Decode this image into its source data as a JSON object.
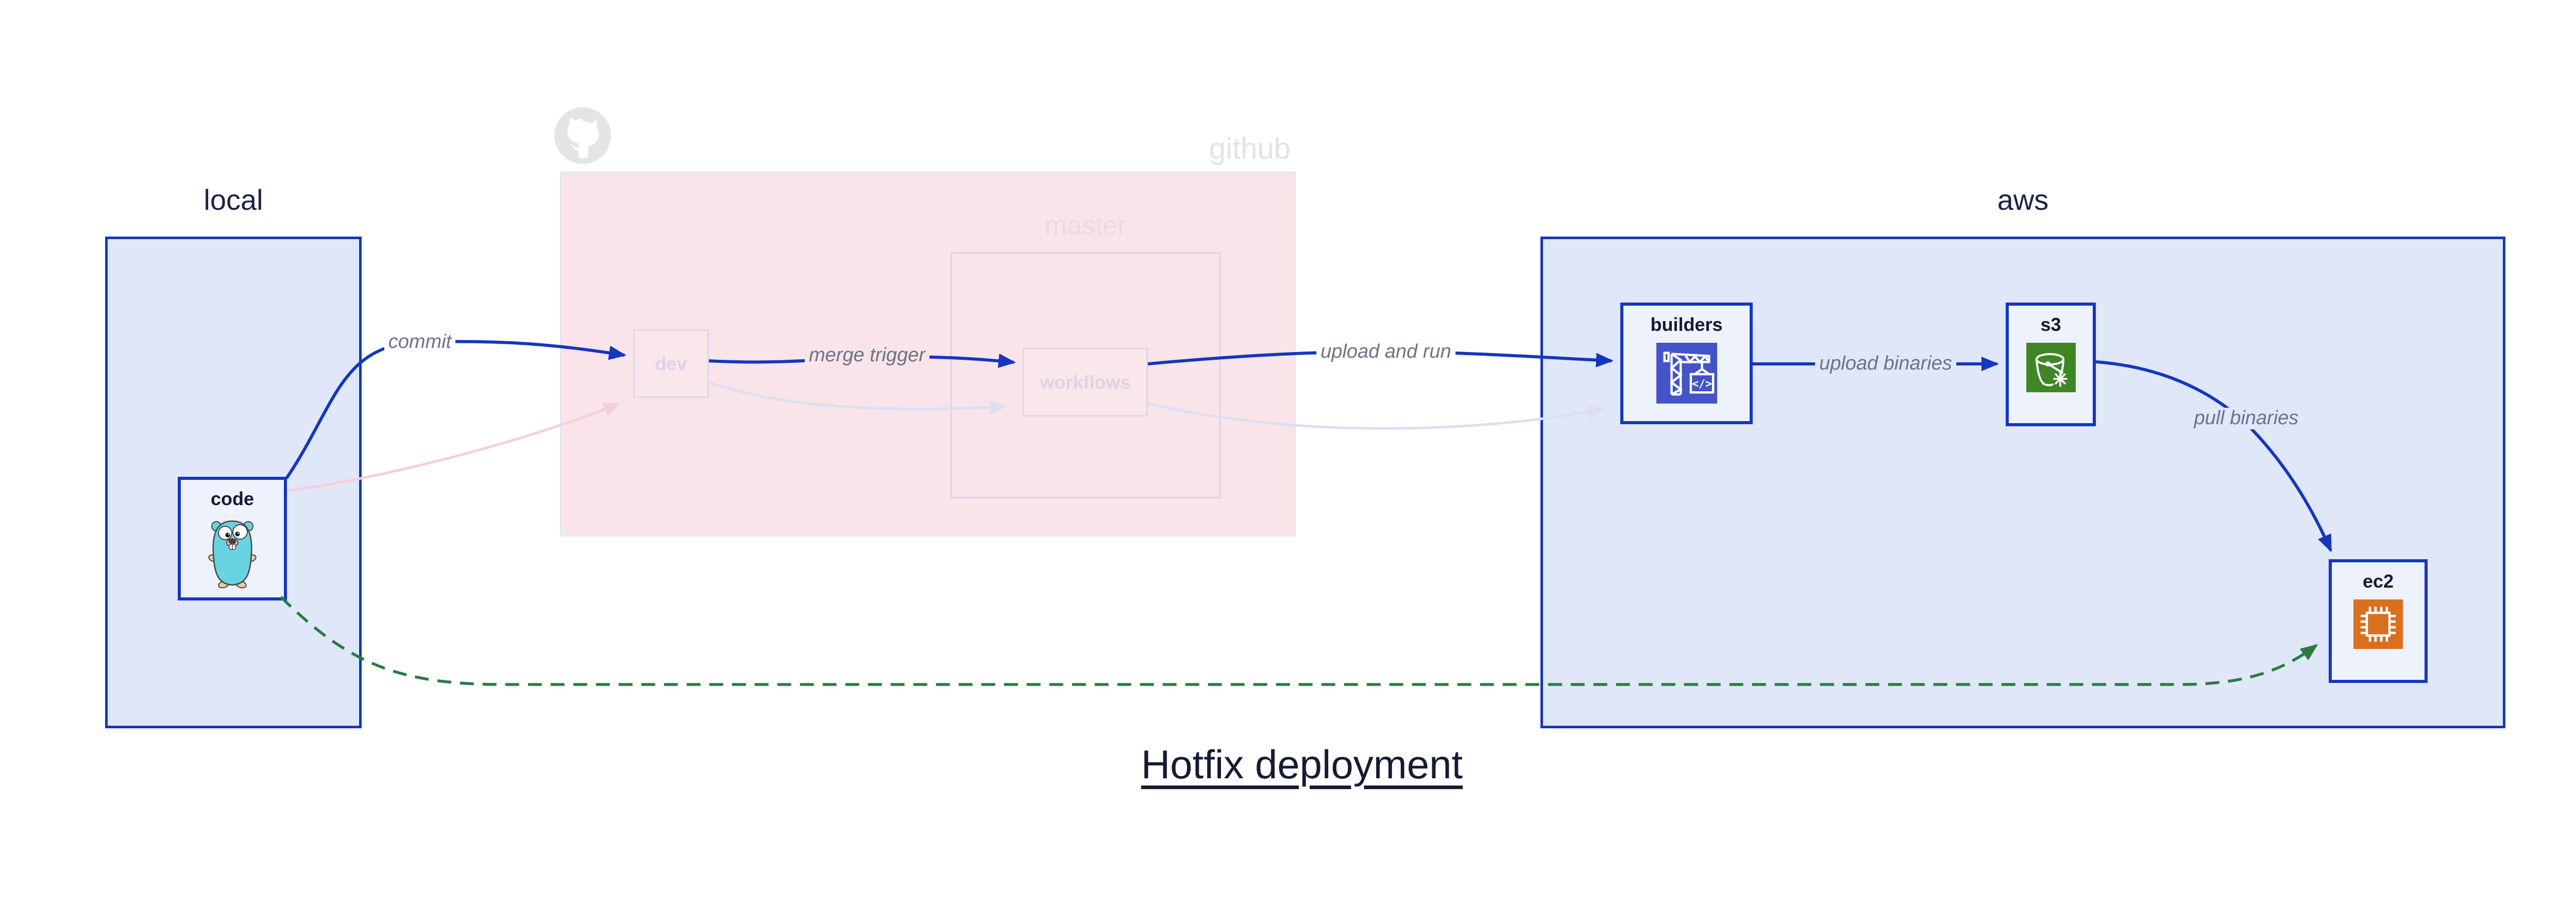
{
  "title": "Hotfix deployment",
  "regions": {
    "local": {
      "label": "local"
    },
    "github": {
      "label": "github",
      "master_label": "master"
    },
    "aws": {
      "label": "aws"
    }
  },
  "nodes": {
    "code": {
      "label": "code",
      "icon": "go-gopher-icon"
    },
    "dev": {
      "label": "dev"
    },
    "workflows": {
      "label": "workflows"
    },
    "builders": {
      "label": "builders",
      "icon": "codebuild-crane-icon",
      "icon_color": "#4454c8"
    },
    "s3": {
      "label": "s3",
      "icon": "s3-glacier-bucket-icon",
      "icon_color": "#3f8624"
    },
    "ec2": {
      "label": "ec2",
      "icon": "ec2-chip-icon",
      "icon_color": "#d9701f"
    }
  },
  "edges": {
    "commit": {
      "label": "commit"
    },
    "merge_trigger": {
      "label": "merge trigger"
    },
    "upload_and_run": {
      "label": "upload and run"
    },
    "upload_binaries": {
      "label": "upload binaries"
    },
    "pull_binaries": {
      "label": "pull binaries"
    }
  },
  "colors": {
    "arrow_blue": "#1536bd",
    "arrow_green_dashed": "#2a7c41",
    "arrow_faded_pink": "#f4cfda",
    "arrow_faded_lavender": "#dcdff1",
    "region_blue_fill": "#dfe7f8",
    "region_pink_fill": "#f9e4e9",
    "node_fill": "#eef2fc",
    "text_dark": "#131b33",
    "text_edge_label": "#6d7386",
    "github_watermark": "#e3e3e3"
  }
}
